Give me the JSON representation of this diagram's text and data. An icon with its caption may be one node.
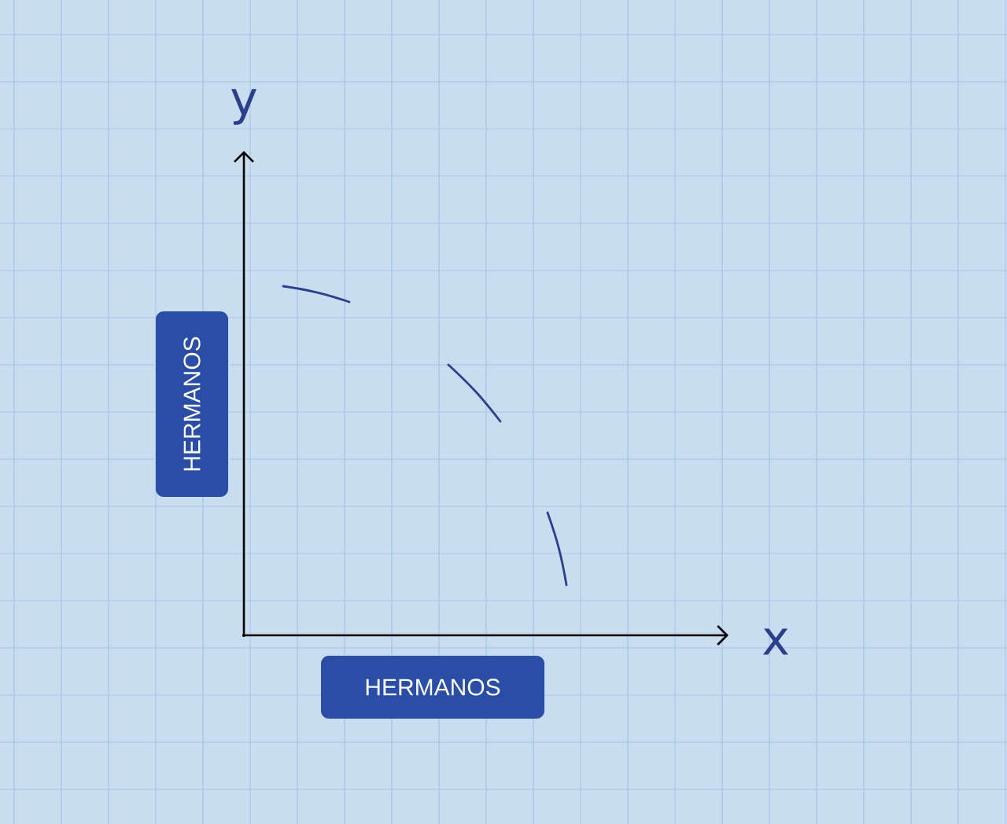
{
  "diagram": {
    "nodes": [
      {
        "text": [
          "HERMANOS"
        ]
      },
      {
        "text": [
          "HERMANOS"
        ]
      }
    ],
    "labels": [
      "y",
      "x"
    ]
  }
}
